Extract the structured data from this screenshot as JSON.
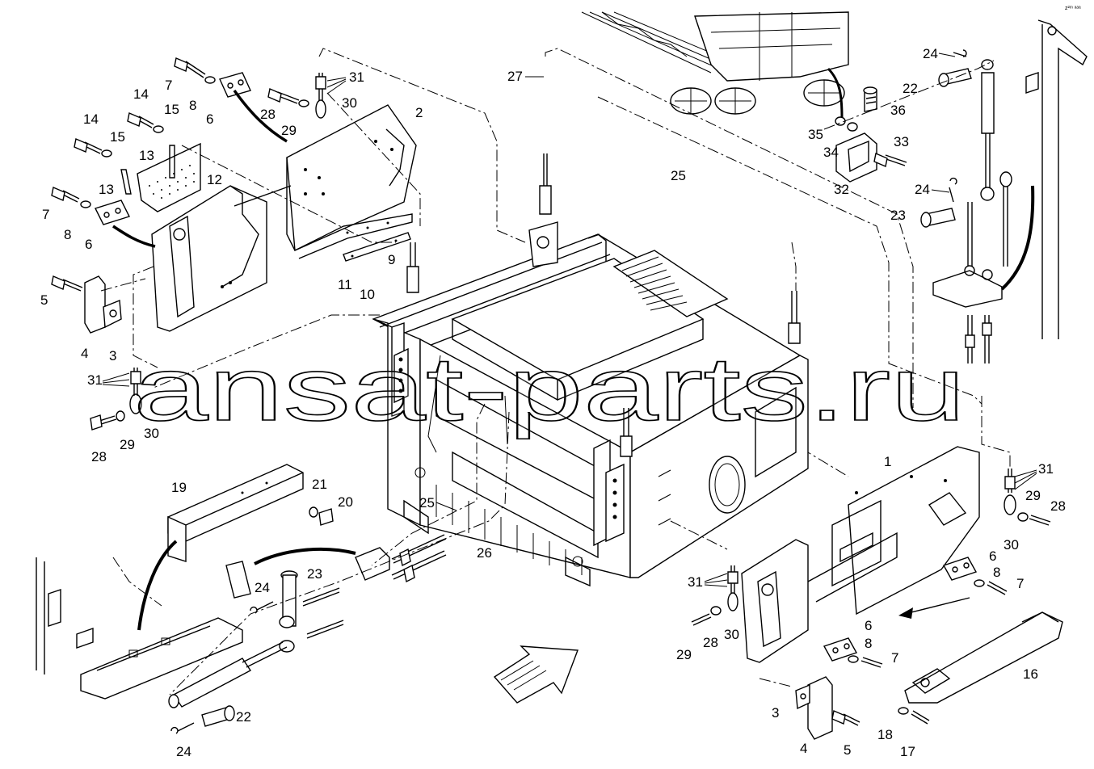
{
  "watermark": "ansat-parts.ru",
  "corner_code": "z²ᵐ ᵃᵃᵃ",
  "callouts": [
    {
      "id": "c7a",
      "text": "7"
    },
    {
      "id": "c8a",
      "text": "8"
    },
    {
      "id": "c6a",
      "text": "6"
    },
    {
      "id": "c14a",
      "text": "14"
    },
    {
      "id": "c15a",
      "text": "15"
    },
    {
      "id": "c14b",
      "text": "14"
    },
    {
      "id": "c15b",
      "text": "15"
    },
    {
      "id": "c13a",
      "text": "13"
    },
    {
      "id": "c13b",
      "text": "13"
    },
    {
      "id": "c12",
      "text": "12"
    },
    {
      "id": "c7b",
      "text": "7"
    },
    {
      "id": "c8b",
      "text": "8"
    },
    {
      "id": "c6b",
      "text": "6"
    },
    {
      "id": "c5a",
      "text": "5"
    },
    {
      "id": "c4a",
      "text": "4"
    },
    {
      "id": "c3a",
      "text": "3"
    },
    {
      "id": "c31a",
      "text": "31"
    },
    {
      "id": "c28a",
      "text": "28"
    },
    {
      "id": "c29a",
      "text": "29"
    },
    {
      "id": "c30a",
      "text": "30"
    },
    {
      "id": "c31b",
      "text": "31"
    },
    {
      "id": "c28b",
      "text": "28"
    },
    {
      "id": "c29b",
      "text": "29"
    },
    {
      "id": "c30b",
      "text": "30"
    },
    {
      "id": "c2",
      "text": "2"
    },
    {
      "id": "c9",
      "text": "9"
    },
    {
      "id": "c11",
      "text": "11"
    },
    {
      "id": "c10",
      "text": "10"
    },
    {
      "id": "c27",
      "text": "27"
    },
    {
      "id": "c25a",
      "text": "25"
    },
    {
      "id": "c24a",
      "text": "24"
    },
    {
      "id": "c22a",
      "text": "22"
    },
    {
      "id": "c36",
      "text": "36"
    },
    {
      "id": "c35",
      "text": "35"
    },
    {
      "id": "c34",
      "text": "34"
    },
    {
      "id": "c33",
      "text": "33"
    },
    {
      "id": "c32",
      "text": "32"
    },
    {
      "id": "c24b",
      "text": "24"
    },
    {
      "id": "c23a",
      "text": "23"
    },
    {
      "id": "c1",
      "text": "1"
    },
    {
      "id": "c31c",
      "text": "31"
    },
    {
      "id": "c29c",
      "text": "29"
    },
    {
      "id": "c28c",
      "text": "28"
    },
    {
      "id": "c30c",
      "text": "30"
    },
    {
      "id": "c6c",
      "text": "6"
    },
    {
      "id": "c8c",
      "text": "8"
    },
    {
      "id": "c7c",
      "text": "7"
    },
    {
      "id": "c31d",
      "text": "31"
    },
    {
      "id": "c29d",
      "text": "29"
    },
    {
      "id": "c28d",
      "text": "28"
    },
    {
      "id": "c30d",
      "text": "30"
    },
    {
      "id": "c6d",
      "text": "6"
    },
    {
      "id": "c8d",
      "text": "8"
    },
    {
      "id": "c7d",
      "text": "7"
    },
    {
      "id": "c16",
      "text": "16"
    },
    {
      "id": "c3b",
      "text": "3"
    },
    {
      "id": "c4b",
      "text": "4"
    },
    {
      "id": "c5b",
      "text": "5"
    },
    {
      "id": "c18",
      "text": "18"
    },
    {
      "id": "c17",
      "text": "17"
    },
    {
      "id": "c19",
      "text": "19"
    },
    {
      "id": "c21",
      "text": "21"
    },
    {
      "id": "c20",
      "text": "20"
    },
    {
      "id": "c25b",
      "text": "25"
    },
    {
      "id": "c26",
      "text": "26"
    },
    {
      "id": "c23b",
      "text": "23"
    },
    {
      "id": "c24c",
      "text": "24"
    },
    {
      "id": "c22b",
      "text": "22"
    },
    {
      "id": "c24d",
      "text": "24"
    }
  ]
}
